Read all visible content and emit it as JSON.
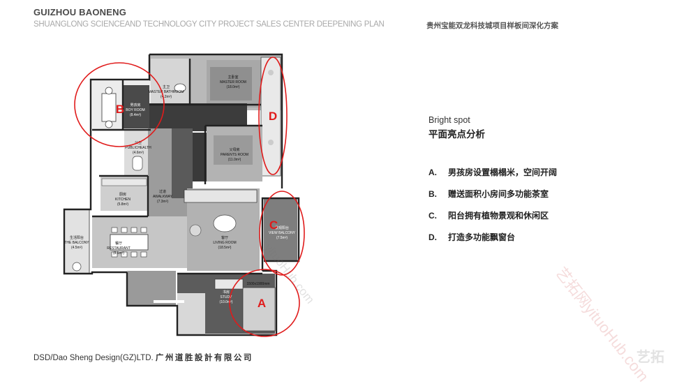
{
  "header": {
    "brand": "GUIZHOU BAONENG",
    "subtitle": "SHUANGLONG SCIENCEAND TECHNOLOGY CITY PROJECT SALES CENTER DEEPENING PLAN",
    "title_cn": "贵州宝能双龙科技城项目样板间深化方案"
  },
  "plan": {
    "rooms": {
      "master_room": {
        "cn": "主卧室",
        "en": "MASTER ROOM",
        "area": "(18.0m²)"
      },
      "master_bathroom": {
        "cn": "主卫",
        "en": "MASTER BATHROOM",
        "area": "(4.2m²)"
      },
      "boy_room": {
        "cn": "男孩房",
        "en": "BOY ROOM",
        "area": "(8.4m²)"
      },
      "parents_room": {
        "cn": "父母房",
        "en": "PARENTS ROOM",
        "area": "(11.0m²)"
      },
      "public_health": {
        "cn": "公卫",
        "en": "PUBLICHEALTH",
        "area": "(4.6m²)"
      },
      "kitchen": {
        "cn": "厨房",
        "en": "KITCHEN",
        "area": "(5.8m²)"
      },
      "walkway": {
        "cn": "过道",
        "en": "AWALKWAY",
        "area": "(7.3m²)"
      },
      "living_room": {
        "cn": "客厅",
        "en": "LIVING ROOM",
        "area": "(18.5m²)"
      },
      "view_balcony": {
        "cn": "景观阳台",
        "en": "VIEW BALCONY",
        "area": "(7.5m²)"
      },
      "restaurant": {
        "cn": "餐厅",
        "en": "RESTAURANT",
        "area": "(8.5m²)"
      },
      "living_balcony": {
        "cn": "生活阳台",
        "en": "THE BALCONY",
        "area": "(4.5m²)"
      },
      "study": {
        "cn": "书房",
        "en": "STUDY",
        "area": "(10.0m²)"
      }
    },
    "bed_size": "1500x1900mm",
    "markers": [
      "A",
      "B",
      "C",
      "D"
    ]
  },
  "highlights": {
    "title_en": "Bright spot",
    "title_cn": "平面亮点分析",
    "items": [
      {
        "key": "A.",
        "text": "男孩房设置榻榻米，空间开阔"
      },
      {
        "key": "B.",
        "text": "赠送面积小房间多功能茶室"
      },
      {
        "key": "C.",
        "text": "阳台拥有植物景观和休闲区"
      },
      {
        "key": "D.",
        "text": "打造多功能飘窗台"
      }
    ]
  },
  "footer": {
    "company_en": "DSD/Dao Sheng Design(GZ)LTD.",
    "company_cn": "广州道胜設計有限公司"
  },
  "watermarks": {
    "diagonal": "艺拓网yituoHub.com",
    "diagonal2": "yituoHub.com",
    "logo": "艺拓"
  },
  "colors": {
    "marker_red": "#e01b1b",
    "floor_dark": "#3c3c3c",
    "floor_grey": "#9a9a9a",
    "wall": "#222222"
  }
}
